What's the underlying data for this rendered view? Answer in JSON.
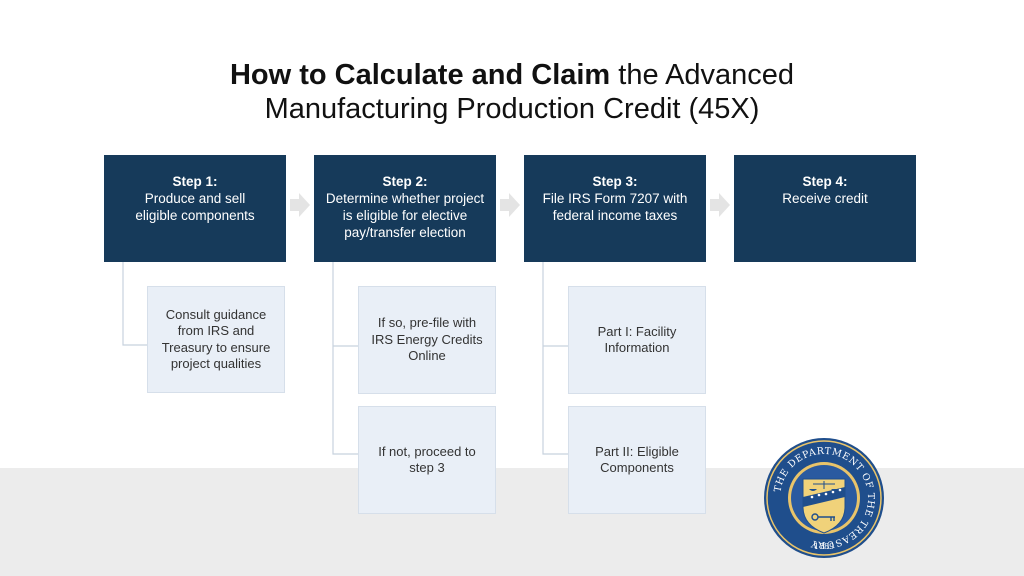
{
  "title": {
    "bold": "How to Calculate and Claim",
    "line1_rest": " the Advanced",
    "line2": "Manufacturing Production Credit (45X)"
  },
  "steps": [
    {
      "label": "Step 1:",
      "text": "Produce and sell eligible components"
    },
    {
      "label": "Step 2:",
      "text": "Determine whether project is eligible for elective pay/transfer election"
    },
    {
      "label": "Step 3:",
      "text": "File IRS Form 7207 with federal income taxes"
    },
    {
      "label": "Step 4:",
      "text": "Receive credit"
    }
  ],
  "substeps": {
    "s1_a": "Consult guidance from IRS and Treasury to ensure project qualities",
    "s2_a": "If so, pre-file with IRS Energy Credits Online",
    "s2_b": "If not, proceed to step 3",
    "s3_a": "Part I: Facility Information",
    "s3_b": "Part II: Eligible Components"
  },
  "seal": {
    "ring_text": "THE DEPARTMENT OF THE TREASURY",
    "year": "1789"
  },
  "colors": {
    "step_fill": "#163a5a",
    "substep_fill": "#e9eff7",
    "arrow": "#e4e4e4",
    "connector": "#c8d2de"
  }
}
